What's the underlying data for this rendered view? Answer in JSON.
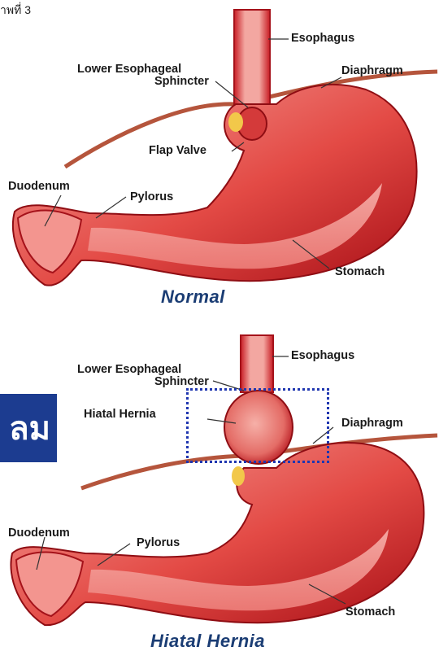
{
  "corner_text": "าพที่ 3",
  "side_box_text": "ลม",
  "normal": {
    "caption": "Normal",
    "labels": {
      "esophagus": "Esophagus",
      "les_line1": "Lower Esophageal",
      "les_line2": "Sphincter",
      "diaphragm": "Diaphragm",
      "flap_valve": "Flap Valve",
      "duodenum": "Duodenum",
      "pylorus": "Pylorus",
      "stomach": "Stomach"
    }
  },
  "hernia": {
    "caption": "Hiatal Hernia",
    "labels": {
      "esophagus": "Esophagus",
      "les_line1": "Lower Esophageal",
      "les_line2": "Sphincter",
      "hiatal_hernia": "Hiatal Hernia",
      "diaphragm": "Diaphragm",
      "duodenum": "Duodenum",
      "pylorus": "Pylorus",
      "stomach": "Stomach"
    }
  },
  "colors": {
    "stomach_red": "#c8161e",
    "stomach_pink": "#f08a86",
    "diaphragm": "#b5553c",
    "caption_blue": "#1b3d74",
    "highlight_blue": "#1f36b0",
    "side_box_blue": "#1c3c90"
  }
}
